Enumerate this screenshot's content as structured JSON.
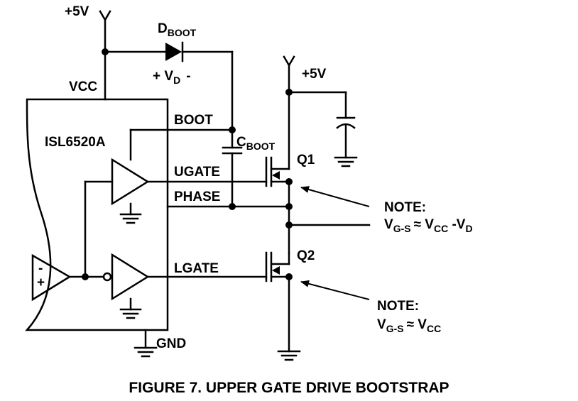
{
  "supply_top_left": "+5V",
  "supply_top_right": "+5V",
  "diode": {
    "label": "D",
    "label_sub": "BOOT",
    "polarity": "+ V",
    "polarity_sub": "D",
    "polarity_minus": "-"
  },
  "vcc_label": "VCC",
  "chip_name": "ISL6520A",
  "pins": {
    "boot": "BOOT",
    "ugate": "UGATE",
    "phase": "PHASE",
    "lgate": "LGATE",
    "gnd": "GND"
  },
  "cap": {
    "label": "C",
    "label_sub": "BOOT"
  },
  "q1": "Q1",
  "q2": "Q2",
  "comparator": {
    "minus": "-",
    "plus": "+"
  },
  "note1": {
    "title": "NOTE:",
    "v": "V",
    "v_sub": "G-S",
    "approx": "≈ V",
    "vcc_sub": "CC",
    "minus": " -V",
    "vd_sub": "D"
  },
  "note2": {
    "title": "NOTE:",
    "v": "V",
    "v_sub": "G-S",
    "approx": "≈ V",
    "vcc_sub": "CC"
  },
  "caption": "FIGURE 7.  UPPER GATE DRIVE BOOTSTRAP"
}
